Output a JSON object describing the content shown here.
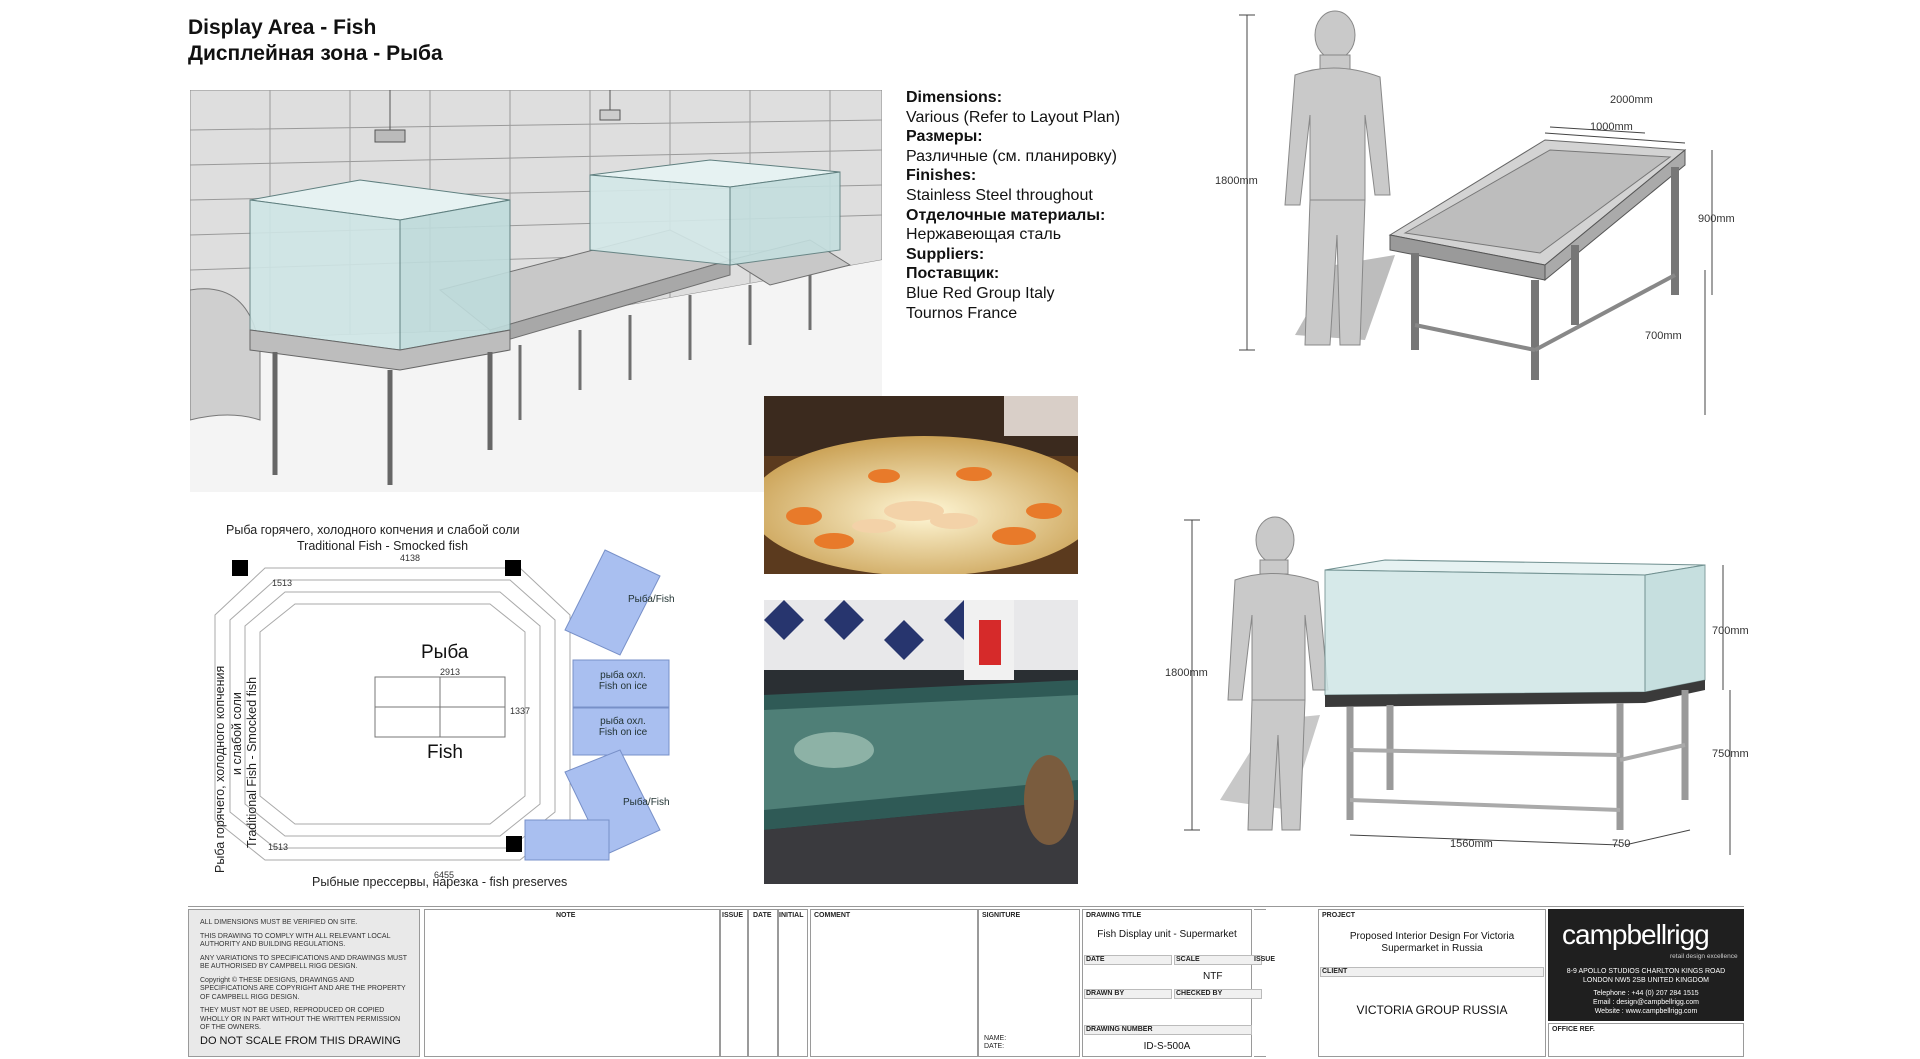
{
  "header": {
    "title_en": "Display Area - Fish",
    "title_ru": "Дисплейная зона - Рыба"
  },
  "specs": [
    {
      "label": "Dimensions:",
      "value": "Various (Refer to Layout Plan)"
    },
    {
      "label": "Размеры:",
      "value": "Различные (см. планировку)"
    },
    {
      "label": "Finishes:",
      "value": "Stainless Steel throughout"
    },
    {
      "label": "Отделочные материалы:",
      "value": "Нержавеющая сталь"
    },
    {
      "label": "Suppliers:",
      "value": ""
    },
    {
      "label": "Поставщик:",
      "value": "Blue Red Group Italy"
    },
    {
      "label": "",
      "value": "Tournos France"
    }
  ],
  "unit_top": {
    "height_person": "1800mm",
    "length": "2000mm",
    "width": "1000mm",
    "height_total": "900mm",
    "height_legs": "700mm"
  },
  "unit_bottom": {
    "height_person": "1800mm",
    "tank_height": "700mm",
    "base_height": "750mm",
    "length": "1560mm",
    "depth": "750"
  },
  "plan": {
    "top_label_ru": "Рыба горячего, холодного копчения и слабой соли",
    "top_label_en": "Traditional Fish - Smocked fish",
    "dim_top": "4138",
    "dim_left_top": "1513",
    "dim_left_bottom": "1513",
    "dim_bottom": "6455",
    "dim_inner_width": "2913",
    "dim_inner_height": "1337",
    "center_ru": "Рыба",
    "center_en": "Fish",
    "side_ru": "Рыба горячего, холодного копчения",
    "side_ru2": "и слабой соли",
    "side_en": "Traditional Fish - Smocked fish",
    "bottom_label": "Рыбные прессервы, нарезка - fish preserves",
    "box_fish_top": "Рыба/Fish",
    "box_fish_bottom": "Рыба/Fish",
    "box_ice1_ru": "рыба охл.",
    "box_ice1_en": "Fish on ice",
    "box_ice2_ru": "рыба охл.",
    "box_ice2_en": "Fish on ice"
  },
  "title_block": {
    "notes": [
      "ALL DIMENSIONS MUST BE VERIFIED ON SITE.",
      "THIS DRAWING TO COMPLY WITH ALL RELEVANT LOCAL AUTHORITY AND BUILDING REGULATIONS.",
      "ANY VARIATIONS TO SPECIFICATIONS AND DRAWINGS MUST BE AUTHORISED BY CAMPBELL RIGG DESIGN.",
      "Copyright © THESE DESIGNS, DRAWINGS AND SPECIFICATIONS ARE COPYRIGHT AND ARE THE PROPERTY OF CAMPBELL RIGG DESIGN.",
      "THEY MUST NOT BE USED, REPRODUCED OR COPIED WHOLLY OR IN PART WITHOUT THE WRITTEN PERMISSION OF THE OWNERS."
    ],
    "no_scale": "DO NOT SCALE FROM THIS DRAWING",
    "col_note": "NOTE",
    "col_issue": "ISSUE",
    "col_date": "DATE",
    "col_initial": "INITIAL",
    "col_comment": "COMMENT",
    "col_signature": "SIGNITURE",
    "sig_name": "NAME:",
    "sig_date": "DATE:",
    "drawing_title_label": "DRAWING TITLE",
    "drawing_title": "Fish  Display unit - Supermarket",
    "date_label": "DATE",
    "scale_label": "SCALE",
    "issue_label": "ISSUE",
    "scale_value": "NTF",
    "drawn_by_label": "DRAWN BY",
    "checked_by_label": "CHECKED BY",
    "drawing_number_label": "DRAWING NUMBER",
    "drawing_number": "ID-S-500A",
    "project_label": "PROJECT",
    "project_line1": "Proposed Interior Design For Victoria",
    "project_line2": "Supermarket in Russia",
    "client_label": "CLIENT",
    "client": "VICTORIA GROUP RUSSIA",
    "logo_name": "campbellrigg",
    "logo_tagline": "retail design excellence",
    "address1": "8-9 APOLLO STUDIOS CHARLTON KINGS ROAD",
    "address2": "LONDON NW5 2SB  UNITED KINGDOM",
    "phone": "Telephone : +44 (0) 207 284 1515",
    "email": "Email : design@campbellrigg.com",
    "website": "Website : www.campbellrigg.com",
    "office_ref_label": "OFFICE REF."
  },
  "colors": {
    "glass": "#cfe6e6",
    "steel": "#d4d4d4",
    "plan_blue": "#a9bff0",
    "logo_bg": "#1f1f1f"
  }
}
